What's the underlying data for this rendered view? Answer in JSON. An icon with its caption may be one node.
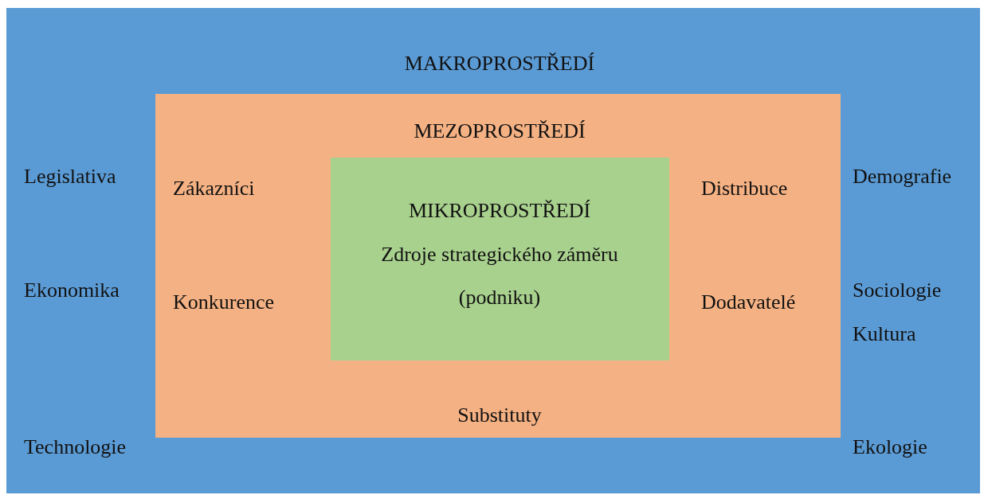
{
  "diagram": {
    "nodes": [
      {
        "text": [
          "MAKROPROSTŘEDÍ",
          "Legislativa",
          "Ekonomika",
          "Technologie",
          "Demografie",
          "Sociologie",
          "Kultura",
          "Ekologie"
        ]
      },
      {
        "text": [
          "MEZOPROSTŘEDÍ",
          "Zákazníci",
          "Konkurence",
          "Distribuce",
          "Dodavatelé",
          "Substituty"
        ],
        "in": 0
      },
      {
        "text": [
          "MIKROPROSTŘEDÍ",
          "Zdroje strategického záměru (podniku)"
        ],
        "in": 1
      }
    ]
  }
}
